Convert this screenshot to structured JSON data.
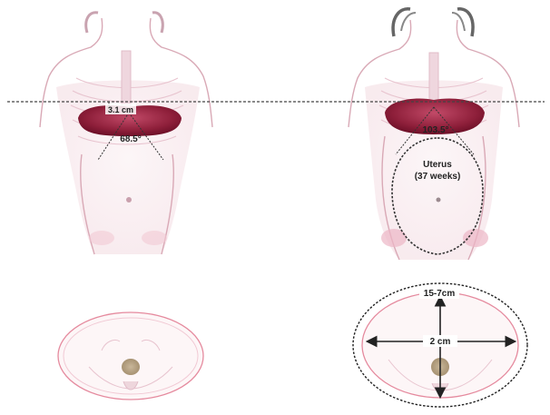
{
  "left_panel": {
    "diaphragm_offset": "3.1 cm",
    "subcostal_angle": "68.5°"
  },
  "right_panel": {
    "subcostal_angle": "103.5°",
    "uterus_label_line1": "Uterus",
    "uterus_label_line2": "(37 weeks)",
    "ap_measure": "15-7cm",
    "transverse_measure": "2 cm"
  },
  "colors": {
    "figure_line": "#d9a9b6",
    "diaphragm": "#9c2340",
    "dashed_line": "#444444"
  }
}
